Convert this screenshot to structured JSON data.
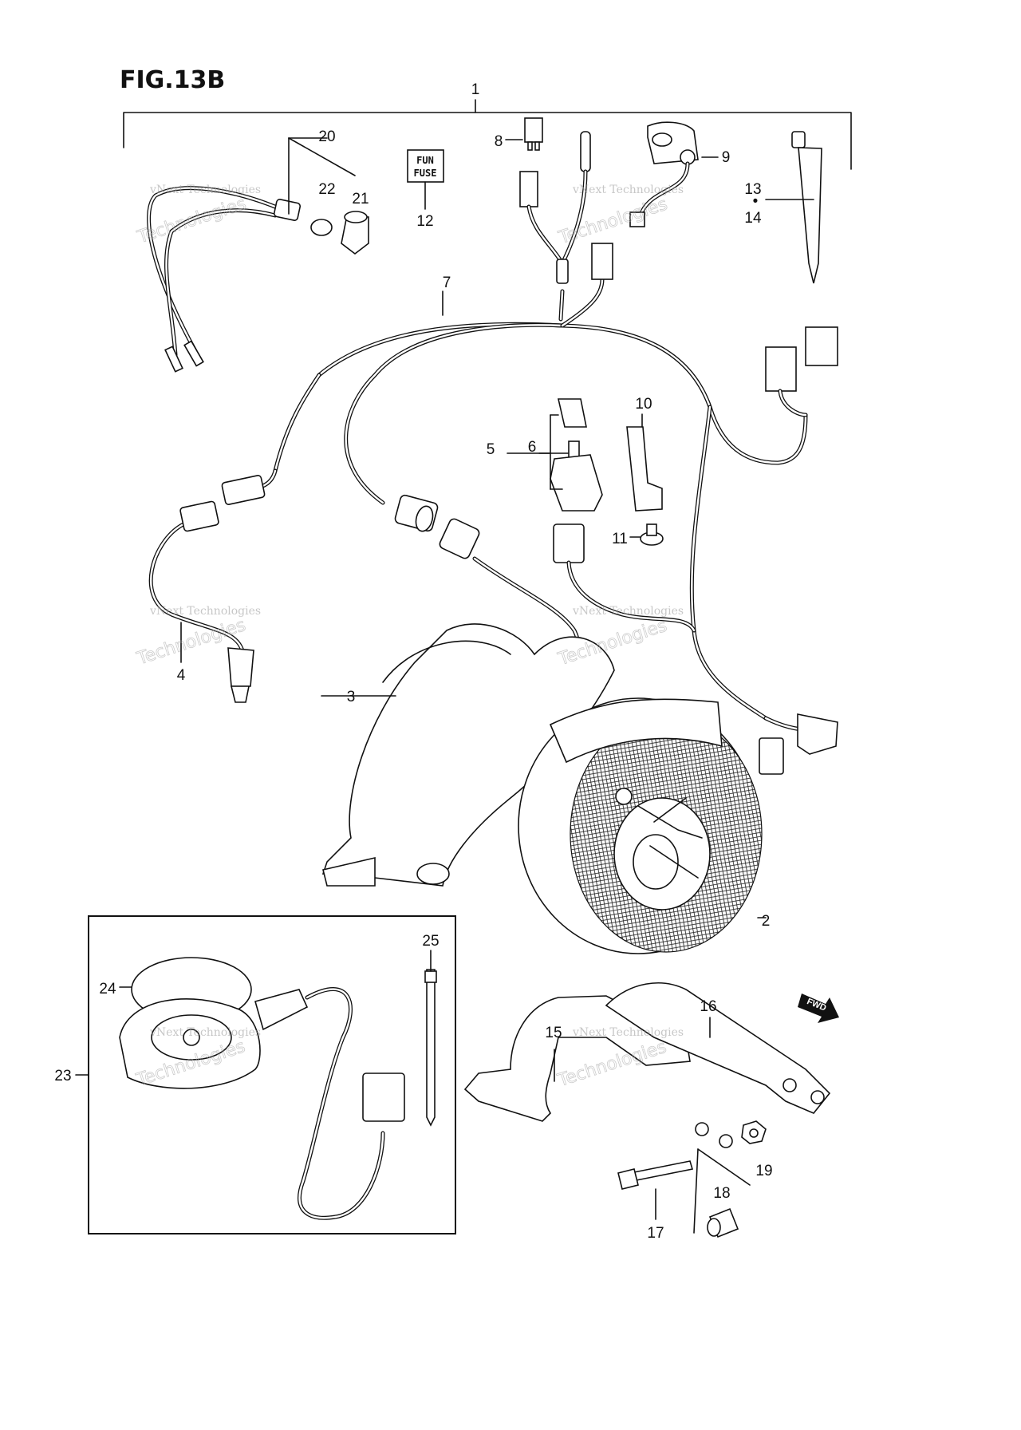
{
  "figure": {
    "title": "FIG.13B"
  },
  "fuse_label": {
    "line1": "FUN",
    "line2": "FUSE"
  },
  "fwd_label": "FWD",
  "watermark": {
    "line1": "vNext Technologies",
    "line2": "Technologies"
  },
  "callouts": [
    "1",
    "2",
    "3",
    "4",
    "5",
    "6",
    "7",
    "8",
    "9",
    "10",
    "11",
    "12",
    "13",
    "14",
    "15",
    "16",
    "17",
    "18",
    "19",
    "20",
    "21",
    "22",
    "23",
    "24",
    "25"
  ],
  "callout_note_13_14": "•"
}
